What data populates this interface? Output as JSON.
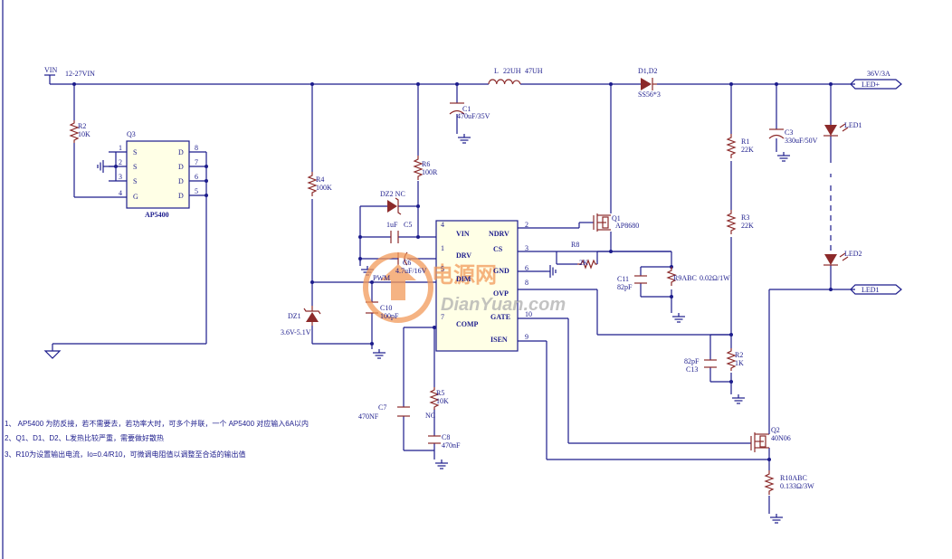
{
  "nets": {
    "vin": "VIN",
    "vin_range": "12-27VIN",
    "vout": "36V/3A",
    "pwm": "PWM"
  },
  "ports": {
    "led_plus": "LED+",
    "led_minus": "LED1"
  },
  "ic": {
    "pins_left": [
      {
        "num": "4",
        "name": "VIN"
      },
      {
        "num": "1",
        "name": "DRV"
      },
      {
        "num": "5",
        "name": "DIM"
      },
      {
        "num": "7",
        "name": "COMP"
      }
    ],
    "pins_right": [
      {
        "num": "2",
        "name": "NDRV"
      },
      {
        "num": "3",
        "name": "CS"
      },
      {
        "num": "6",
        "name": "GND"
      },
      {
        "num": "8",
        "name": "OVP"
      },
      {
        "num": "10",
        "name": "GATE"
      },
      {
        "num": "9",
        "name": "ISEN"
      }
    ]
  },
  "q3": {
    "ref": "Q3",
    "part": "AP5400",
    "left": [
      {
        "num": "1",
        "name": "S"
      },
      {
        "num": "2",
        "name": "S"
      },
      {
        "num": "3",
        "name": "S"
      },
      {
        "num": "4",
        "name": "G"
      }
    ],
    "right": [
      {
        "num": "8",
        "name": "D"
      },
      {
        "num": "7",
        "name": "D"
      },
      {
        "num": "6",
        "name": "D"
      },
      {
        "num": "5",
        "name": "D"
      }
    ]
  },
  "parts": {
    "R2": {
      "ref": "R2",
      "val": "10K"
    },
    "R4": {
      "ref": "R4",
      "val": "100K"
    },
    "R6": {
      "ref": "R6",
      "val": "100R"
    },
    "DZ2": {
      "ref": "DZ2 NC"
    },
    "C5": {
      "ref": "C5",
      "val": "1uF"
    },
    "C6": {
      "ref": "C6",
      "val": "4.7uF/16V"
    },
    "C10": {
      "ref": "C10",
      "val": "100pF"
    },
    "DZ1": {
      "ref": "DZ1",
      "val": "3.6V-5.1V"
    },
    "C1": {
      "ref": "C1",
      "val": "470uF/35V"
    },
    "L": {
      "ref": "L",
      "val": "22UH",
      "val2": "47UH"
    },
    "D1": {
      "ref": "D1,D2",
      "val": "SS56*3"
    },
    "Q1": {
      "ref": "Q1",
      "val": "AP8680"
    },
    "R8": {
      "ref": "R8",
      "val": "2K"
    },
    "C11": {
      "ref": "C11",
      "val": "82pF"
    },
    "R9": {
      "ref": "R9ABC",
      "val": "0.02Ω/1W"
    },
    "R1": {
      "ref": "R1",
      "val": "22K"
    },
    "R3": {
      "ref": "R3",
      "val": "22K"
    },
    "R2b": {
      "ref": "R2",
      "val": "1K"
    },
    "C13": {
      "ref": "C13",
      "val": "82pF"
    },
    "C3": {
      "ref": "C3",
      "val": "330uF/50V"
    },
    "LED1": {
      "ref": "LED1"
    },
    "LED2": {
      "ref": "LED2"
    },
    "Q2": {
      "ref": "Q2",
      "val": "40N06"
    },
    "R10": {
      "ref": "R10ABC",
      "val": "0.133Ω/3W"
    },
    "C7": {
      "ref": "C7",
      "val": "470NF"
    },
    "R5": {
      "ref": "R5",
      "val": "10K",
      "note": "NC"
    },
    "C8": {
      "ref": "C8",
      "val": "470nF"
    }
  },
  "notes": [
    "1、 AP5400 为防反接，若不需要去，若功率大时，可多个并联，一个 AP5400 对应输入6A以内",
    "2、Q1、D1、D2、L发热比较严重，需要做好散热",
    "3、R10为设置输出电流，Io=0.4/R10，可微调电阻值以调整至合适的输出值"
  ],
  "watermark": {
    "cn": "电源网",
    "en": "DianYuan.com"
  },
  "colors": {
    "wire": "#1c1c8c",
    "component": "#8c2a2a",
    "ic_fill": "#ffffe6",
    "watermark": "#f29a5a"
  }
}
